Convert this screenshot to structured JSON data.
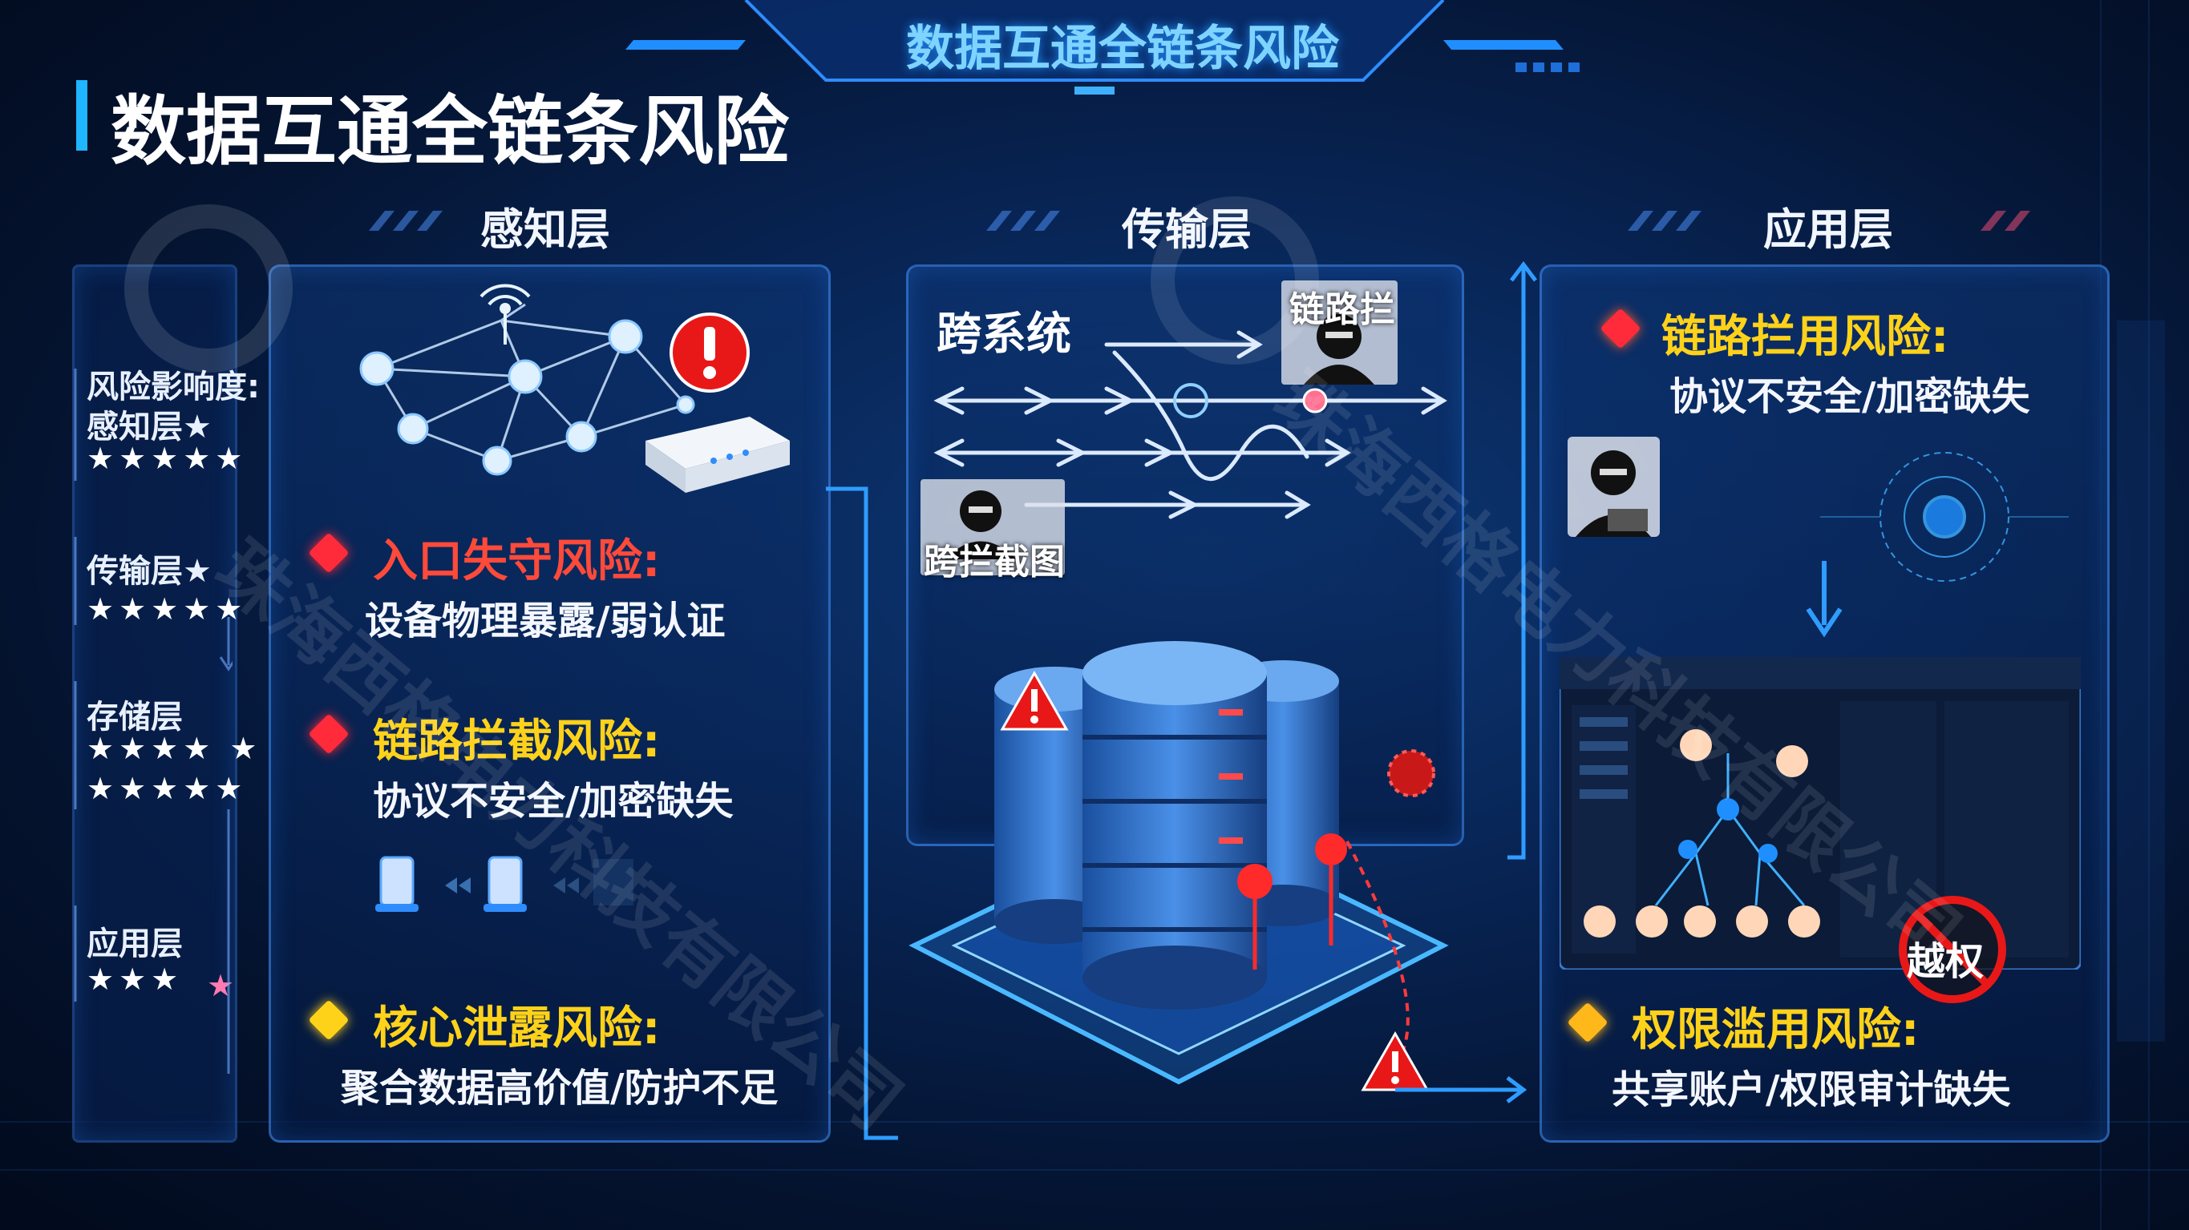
{
  "header": {
    "banner_title": "数据互通全链条风险",
    "main_title": "数据互通全链条风险"
  },
  "sidebar": {
    "impact_label": "风险影响度:",
    "items": [
      {
        "label": "感知层★",
        "stars": "★★★★★"
      },
      {
        "label": "传输层★",
        "stars": "★★★★★"
      },
      {
        "label": "存储层",
        "stars": "★★★★ ★",
        "stars2": "★★★★★"
      },
      {
        "label": "应用层",
        "stars": "★★★",
        "stars_extra": "★"
      }
    ]
  },
  "perception": {
    "title": "感知层",
    "risks": [
      {
        "title": "入口失守风险:",
        "desc": "设备物理暴露/弱认证",
        "color": "#ff2a3a"
      },
      {
        "title": "链路拦截风险:",
        "desc": "协议不安全/加密缺失",
        "color": "#ff2a3a"
      },
      {
        "title": "核心泄露风险:",
        "desc": "聚合数据高价值/防护不足",
        "color": "#ffd21a"
      }
    ]
  },
  "transport": {
    "title": "传输层",
    "cross_system": "跨系统",
    "intercept_label_top": "链路拦",
    "intercept_label_bottom": "跨拦截图"
  },
  "application": {
    "title": "应用层",
    "risks": [
      {
        "title": "链路拦用风险:",
        "desc": "协议不安全/加密缺失",
        "color": "#ff2a3a"
      },
      {
        "title": "权限滥用风险:",
        "desc": "共享账户/权限审计缺失",
        "color": "#ffb81a"
      }
    ],
    "overreach_badge": "越权"
  },
  "watermark": {
    "text": "珠海西格电力科技有限公司"
  },
  "colors": {
    "accent": "#1f8fff",
    "title_red": "#ff4a3a",
    "title_yellow": "#ffd21a"
  }
}
